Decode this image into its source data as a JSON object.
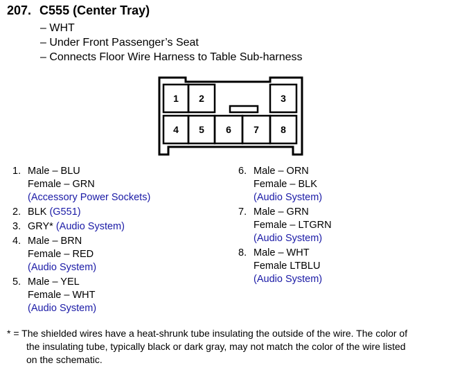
{
  "heading": {
    "number": "207.",
    "title": "C555 (Center Tray)"
  },
  "info_lines": [
    "– WHT",
    "– Under Front Passenger’s Seat",
    "– Connects Floor Wire Harness to Table Sub-harness"
  ],
  "connector": {
    "cavity_labels": [
      "1",
      "2",
      "3",
      "4",
      "5",
      "6",
      "7",
      "8"
    ]
  },
  "pins_left": [
    {
      "num": "1.",
      "lines": [
        {
          "text": "Male – BLU"
        },
        {
          "text": "Female – GRN"
        },
        {
          "ref": "(Accessory Power Sockets)"
        }
      ]
    },
    {
      "num": "2.",
      "lines": [
        {
          "text": "BLK",
          "ref": "(G551)"
        }
      ]
    },
    {
      "num": "3.",
      "lines": [
        {
          "text": "GRY*",
          "ref": "(Audio System)"
        }
      ]
    },
    {
      "num": "4.",
      "lines": [
        {
          "text": "Male – BRN"
        },
        {
          "text": "Female – RED"
        },
        {
          "ref": "(Audio System)"
        }
      ]
    },
    {
      "num": "5.",
      "lines": [
        {
          "text": "Male – YEL"
        },
        {
          "text": "Female – WHT"
        },
        {
          "ref": "(Audio System)"
        }
      ]
    }
  ],
  "pins_right": [
    {
      "num": "6.",
      "lines": [
        {
          "text": "Male – ORN"
        },
        {
          "text": "Female – BLK"
        },
        {
          "ref": "(Audio System)"
        }
      ]
    },
    {
      "num": "7.",
      "lines": [
        {
          "text": "Male – GRN"
        },
        {
          "text": "Female – LTGRN"
        },
        {
          "ref": "(Audio System)"
        }
      ]
    },
    {
      "num": "8.",
      "lines": [
        {
          "text": "Male – WHT"
        },
        {
          "text": "Female LTBLU"
        },
        {
          "ref": "(Audio System)"
        }
      ]
    }
  ],
  "footnote": {
    "lines": [
      "* = The shielded wires have a heat-shrunk tube insulating the outside of the wire. The color of",
      "the insulating tube, typically black or dark gray, may not match the color of the wire listed",
      "on the schematic."
    ]
  }
}
